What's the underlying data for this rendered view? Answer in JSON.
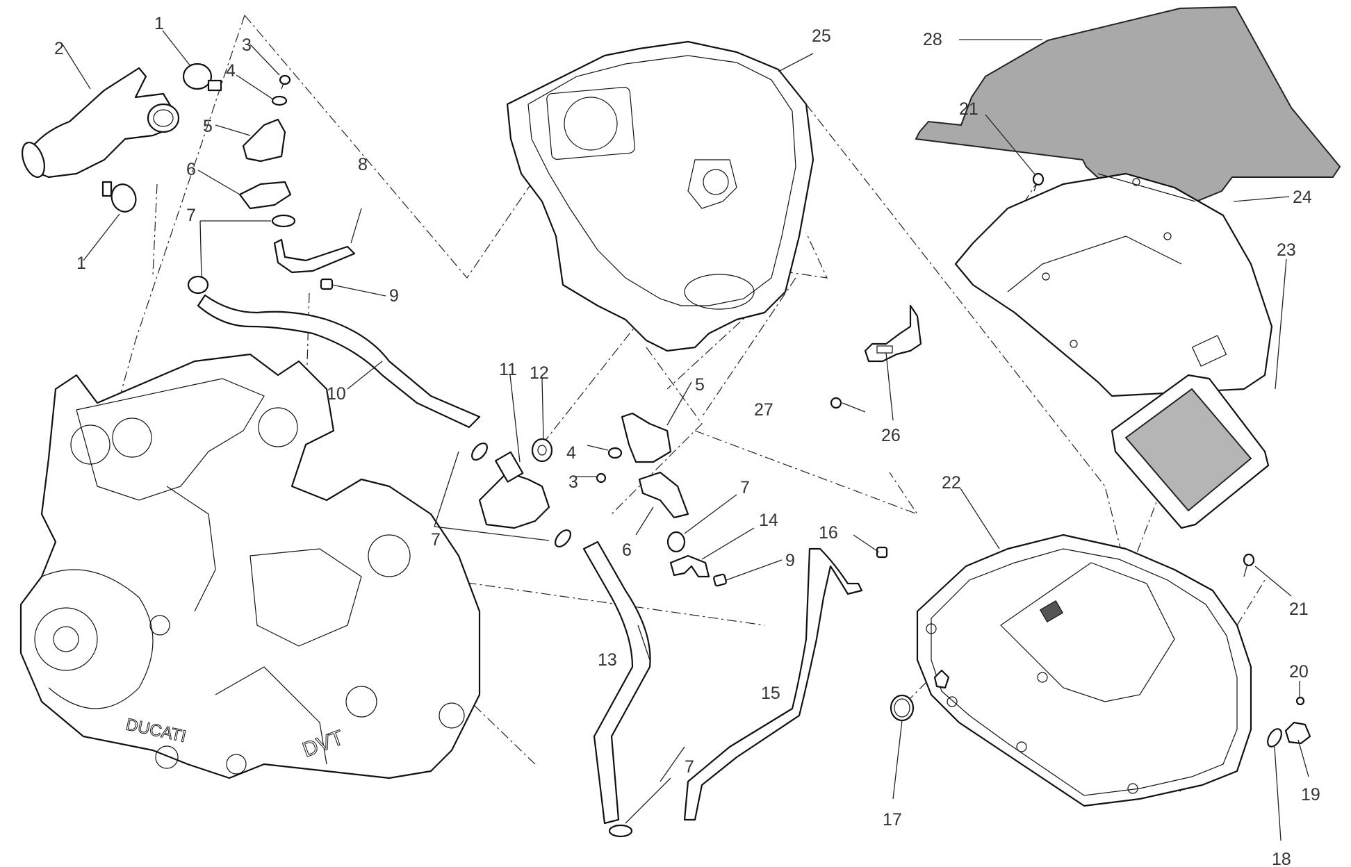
{
  "diagram": {
    "title": "Air intake / airbox exploded parts diagram",
    "engine_branding": [
      "DUCATI",
      "DVT"
    ],
    "parts": [
      {
        "id": "p1a",
        "number": "1",
        "name": "hose-clamp"
      },
      {
        "id": "p1b",
        "number": "1",
        "name": "hose-clamp"
      },
      {
        "id": "p2",
        "number": "2",
        "name": "intake-duct"
      },
      {
        "id": "p3a",
        "number": "3",
        "name": "screw"
      },
      {
        "id": "p3b",
        "number": "3",
        "name": "screw"
      },
      {
        "id": "p4a",
        "number": "4",
        "name": "washer"
      },
      {
        "id": "p4b",
        "number": "4",
        "name": "washer"
      },
      {
        "id": "p5a",
        "number": "5",
        "name": "sensor-bracket"
      },
      {
        "id": "p5b",
        "number": "5",
        "name": "sensor-bracket"
      },
      {
        "id": "p6a",
        "number": "6",
        "name": "pressure-sensor"
      },
      {
        "id": "p6b",
        "number": "6",
        "name": "pressure-sensor"
      },
      {
        "id": "p7a",
        "number": "7",
        "name": "hose-clip"
      },
      {
        "id": "p7b",
        "number": "7",
        "name": "hose-clip"
      },
      {
        "id": "p7c",
        "number": "7",
        "name": "hose-clip"
      },
      {
        "id": "p7d",
        "number": "7",
        "name": "hose-clip"
      },
      {
        "id": "p8",
        "number": "8",
        "name": "sensor-hose"
      },
      {
        "id": "p9a",
        "number": "9",
        "name": "restrictor"
      },
      {
        "id": "p9b",
        "number": "9",
        "name": "restrictor"
      },
      {
        "id": "p10",
        "number": "10",
        "name": "breather-hose"
      },
      {
        "id": "p11",
        "number": "11",
        "name": "valve"
      },
      {
        "id": "p12",
        "number": "12",
        "name": "grommet"
      },
      {
        "id": "p13",
        "number": "13",
        "name": "breather-hose"
      },
      {
        "id": "p14",
        "number": "14",
        "name": "sensor-hose"
      },
      {
        "id": "p15",
        "number": "15",
        "name": "drain-hose"
      },
      {
        "id": "p16",
        "number": "16",
        "name": "restrictor"
      },
      {
        "id": "p17",
        "number": "17",
        "name": "o-ring"
      },
      {
        "id": "p18",
        "number": "18",
        "name": "gasket"
      },
      {
        "id": "p19",
        "number": "19",
        "name": "temperature-sensor"
      },
      {
        "id": "p20",
        "number": "20",
        "name": "screw"
      },
      {
        "id": "p21a",
        "number": "21",
        "name": "screw"
      },
      {
        "id": "p21b",
        "number": "21",
        "name": "screw"
      },
      {
        "id": "p22",
        "number": "22",
        "name": "airbox-lower"
      },
      {
        "id": "p23",
        "number": "23",
        "name": "air-filter"
      },
      {
        "id": "p24",
        "number": "24",
        "name": "airbox-cover"
      },
      {
        "id": "p25",
        "number": "25",
        "name": "airbox-upper"
      },
      {
        "id": "p26",
        "number": "26",
        "name": "bracket"
      },
      {
        "id": "p27",
        "number": "27",
        "name": "screw"
      },
      {
        "id": "p28",
        "number": "28",
        "name": "insulation-pad"
      }
    ]
  }
}
